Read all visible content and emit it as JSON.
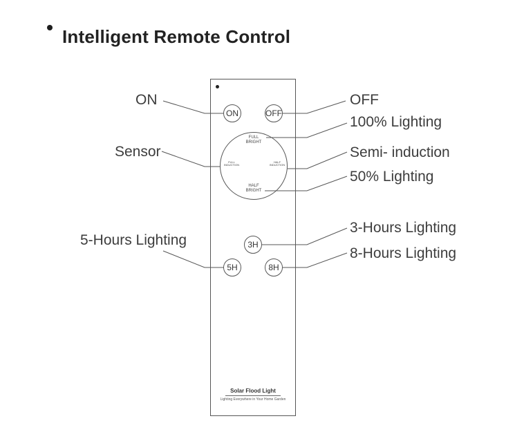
{
  "title": "Intelligent Remote Control",
  "labels": {
    "on": "ON",
    "off": "OFF",
    "lighting_100": "100% Lighting",
    "sensor": "Sensor",
    "semi_induction": "Semi- induction",
    "lighting_50": "50% Lighting",
    "hours_3": "3-Hours Lighting",
    "hours_5": "5-Hours Lighting",
    "hours_8": "8-Hours Lighting"
  },
  "remote": {
    "buttons": {
      "on": "ON",
      "off": "OFF",
      "h3": "3H",
      "h5": "5H",
      "h8": "8H"
    },
    "dial": {
      "top_1": "FULL",
      "top_2": "BRIGHT",
      "left_1": "FULL",
      "left_2": "INDUCTION",
      "right_1": "HALF",
      "right_2": "INDUCTION",
      "bottom_1": "HALF",
      "bottom_2": "BRIGHT"
    },
    "brand_name": "Solar Flood Light",
    "brand_slogan": "Lighting Everywhere in Your Home Garden"
  }
}
